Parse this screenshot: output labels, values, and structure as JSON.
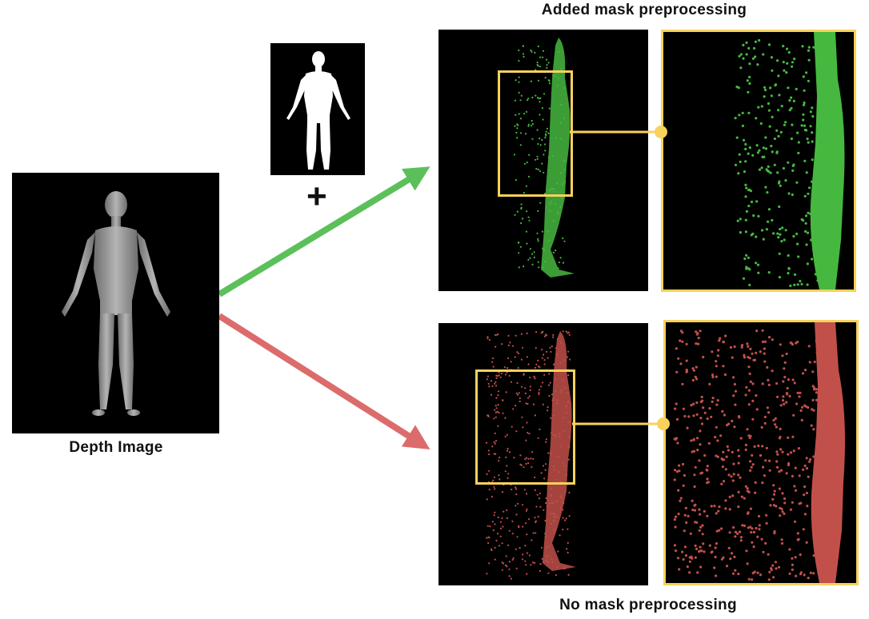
{
  "labels": {
    "top_title": "Added mask preprocessing",
    "bottom_title": "No mask preprocessing",
    "depth_caption": "Depth Image",
    "plus_symbol": "+"
  },
  "colors": {
    "green": "#5cc05a",
    "red": "#dc6c6c",
    "point_green": "#46b83f",
    "point_red": "#c2504a",
    "highlight": "#f7d25c",
    "panel_bg": "#000000"
  },
  "icons": [
    "body-mask-icon",
    "depth-body-icon",
    "plus-icon",
    "arrow-icon",
    "zoom-connector-icon"
  ]
}
